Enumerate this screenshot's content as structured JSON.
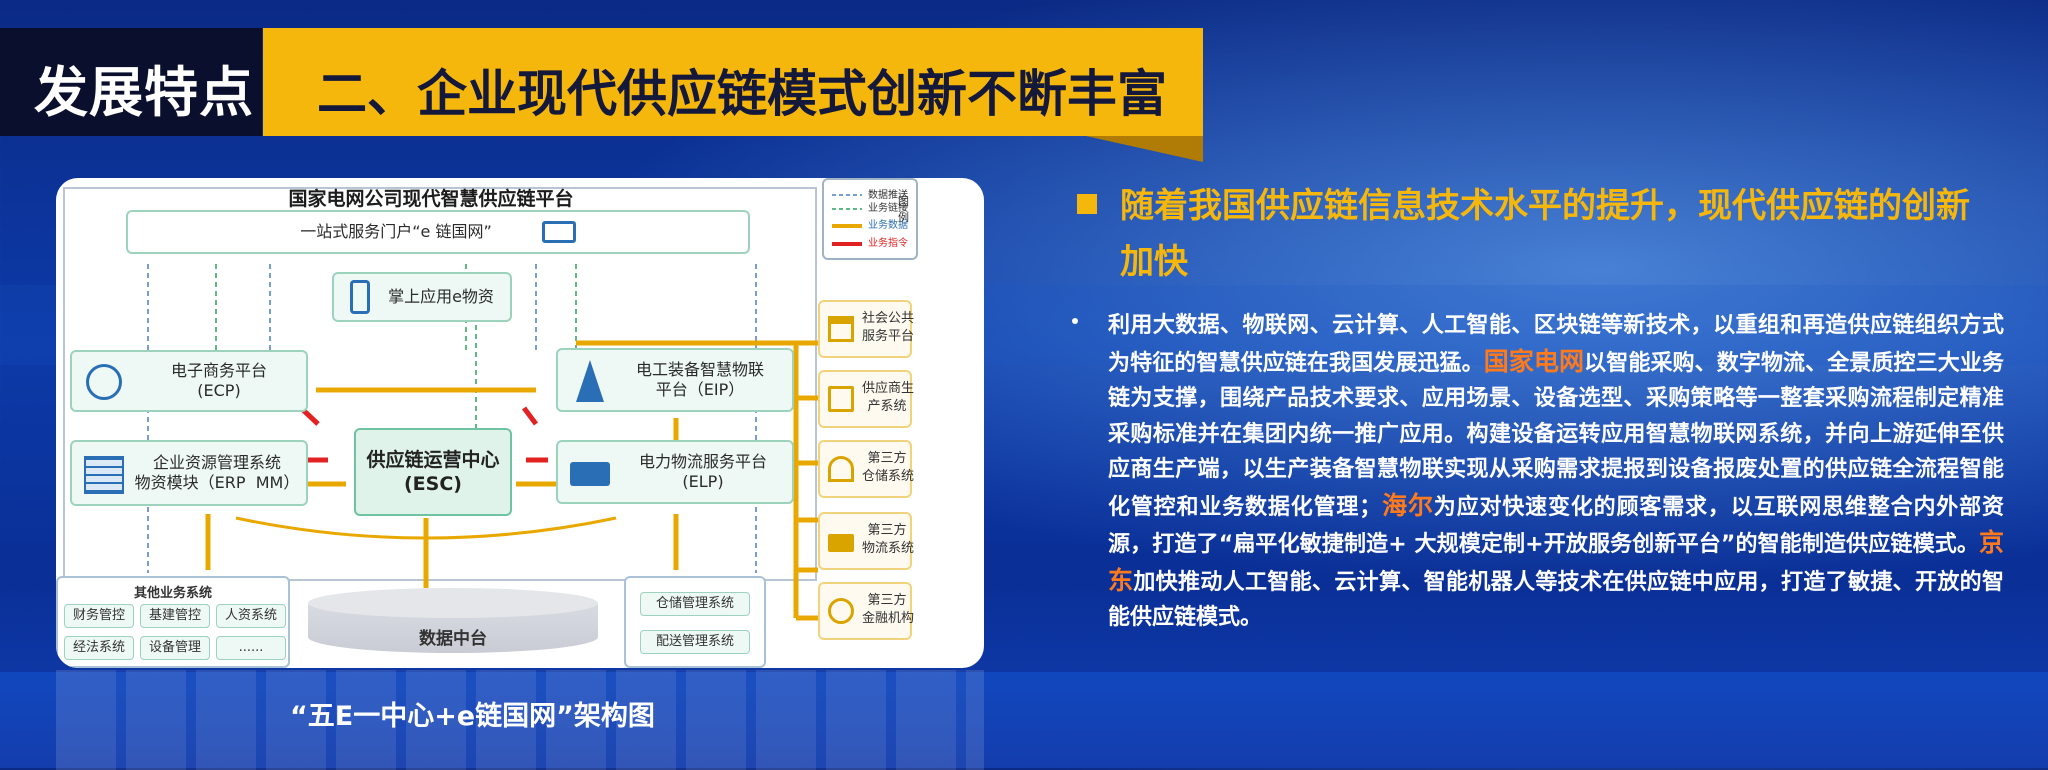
{
  "header": {
    "section_tag": "发展特点",
    "title": "二、企业现代供应链模式创新不断丰富"
  },
  "diagram": {
    "title": "国家电网公司现代智慧供应链平台",
    "portal": "一站式服务门户“e 链国网”",
    "mobile": "掌上应用e物资",
    "legend": {
      "items": [
        "数据推送",
        "业务链接",
        "业务数据",
        "业务指令"
      ],
      "tu_label": "图例"
    },
    "ecp": "电子商务平台\n(ECP)",
    "erp": "企业资源管理系统\n物资模块（ERP  MM）",
    "esc": "供应链运营中心\n(ESC)",
    "eip": "电工装备智慧物联\n平台（EIP）",
    "elp": "电力物流服务平台\n(ELP)",
    "data_center": "数据中台",
    "other_systems": {
      "title": "其他业务系统",
      "items": [
        "财务管控",
        "基建管控",
        "人资系统",
        "经法系统",
        "设备管理",
        "......"
      ]
    },
    "store_systems": [
      "仓储管理系统",
      "配送管理系统"
    ],
    "external": [
      {
        "label": "社会公共\n服务平台",
        "icon": "building-icon"
      },
      {
        "label": "供应商生\n产系统",
        "icon": "factory-icon"
      },
      {
        "label": "第三方\n仓储系统",
        "icon": "warehouse-icon"
      },
      {
        "label": "第三方\n物流系统",
        "icon": "truck-icon"
      },
      {
        "label": "第三方\n金融机构",
        "icon": "coins-icon"
      }
    ]
  },
  "caption": "“五E一中心+e链国网”架构图",
  "right": {
    "heading": "随着我国供应链信息技术水平的提升，现代供应链的创新加快",
    "paragraph": {
      "p1": "利用大数据、物联网、云计算、人工智能、区块链等新技术，以重组和再造供应链组织方式为特征的智慧供应链在我国发展迅猛。",
      "hl1": "国家电网",
      "p2": "以智能采购、数字物流、全景质控三大业务链为支撑，围绕产品技术要求、应用场景、设备选型、采购策略等一整套采购流程制定精准采购标准并在集团内统一推广应用。构建设备运转应用智慧物联网系统，并向上游延伸至供应商生产端，以生产装备智慧物联实现从采购需求提报到设备报废处置的供应链全流程智能化管控和业务数据化管理；",
      "hl2": "海尔",
      "p3": "为应对快速变化的顾客需求，以互联网思维整合内外部资源，打造了“扁平化敏捷制造+ 大规模定制+开放服务创新平台”的智能制造供应链模式。",
      "hl3": "京东",
      "p4": "加快推动人工智能、云计算、智能机器人等技术在供应链中应用，打造了敏捷、开放的智能供应链模式。"
    }
  },
  "colors": {
    "accent_yellow": "#f6b70d",
    "highlight_orange": "#ff7a1c",
    "bg_blue": "#0c3aa8"
  }
}
